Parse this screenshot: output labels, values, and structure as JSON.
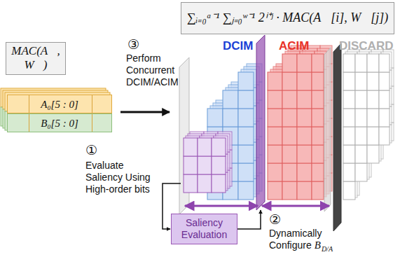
{
  "diagram": {
    "nodes": [
      {
        "text": [
          "∑ᵢ₌₀ᵃ⁻¹ ∑ⱼ₌₀ʷ⁻¹ 2ⁱ⁺ʲ · MAC(A⃗[i], W⃗[j])"
        ]
      },
      {
        "text": [
          "MAC(A⃗, W⃗)"
        ]
      },
      {
        "text": [
          "A₀[5 : 0]"
        ]
      },
      {
        "text": [
          "B₀[5 : 0]"
        ]
      },
      {
        "text": [
          "Saliency Evaluation"
        ]
      }
    ],
    "labels": [
      "③",
      "Perform Concurrent DCIM/ACIM",
      "DCIM",
      "ACIM",
      "DISCARD",
      "①",
      "Evaluate Saliency Using High-order bits",
      "②",
      "Dynamically Configure",
      "B",
      "D/A"
    ]
  }
}
